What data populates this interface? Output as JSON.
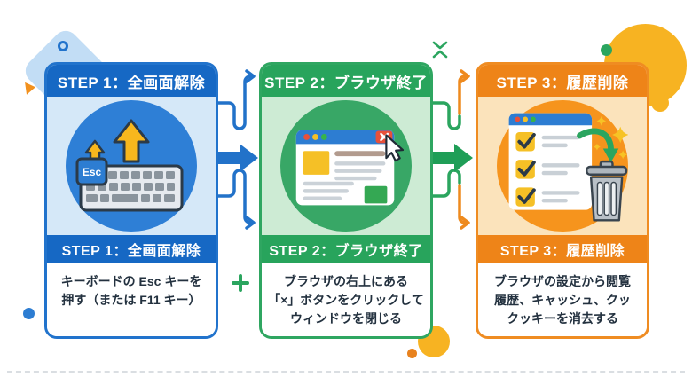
{
  "steps": [
    {
      "label": "STEP 1：全画面解除",
      "description": "キーボードの Esc キーを\n押す（または F11 キー）",
      "accent_color": "#1668C4",
      "esc_key": "Esc",
      "illustration": "keyboard-esc-key"
    },
    {
      "label": "STEP 2：ブラウザ終了",
      "description": "ブラウザの右上にある\n「×」ボタンをクリックして\nウィンドウを閉じる",
      "accent_color": "#28A45C",
      "illustration": "browser-close-button-click"
    },
    {
      "label": "STEP 3：履歴削除",
      "description": "ブラウザの設定から閲覧\n履歴、キャッシュ、クッ\nクッキーを消去する",
      "accent_color": "#EE8418",
      "illustration": "checklist-to-trash"
    }
  ],
  "connectors": [
    {
      "from": 1,
      "to": 2,
      "arrow_color": "#2272C9",
      "squiggle_color": "#2272C9"
    },
    {
      "from": 2,
      "to": 3,
      "arrow_color": "#1F9E57",
      "squiggle_color": "#EE8A1E"
    }
  ],
  "decoration_colors": {
    "yellow": "#F7B322",
    "blue": "#2D7DD2",
    "green": "#2BA55F",
    "orange": "#E8821E",
    "light_blue_diamond": "#C2DDF5"
  }
}
